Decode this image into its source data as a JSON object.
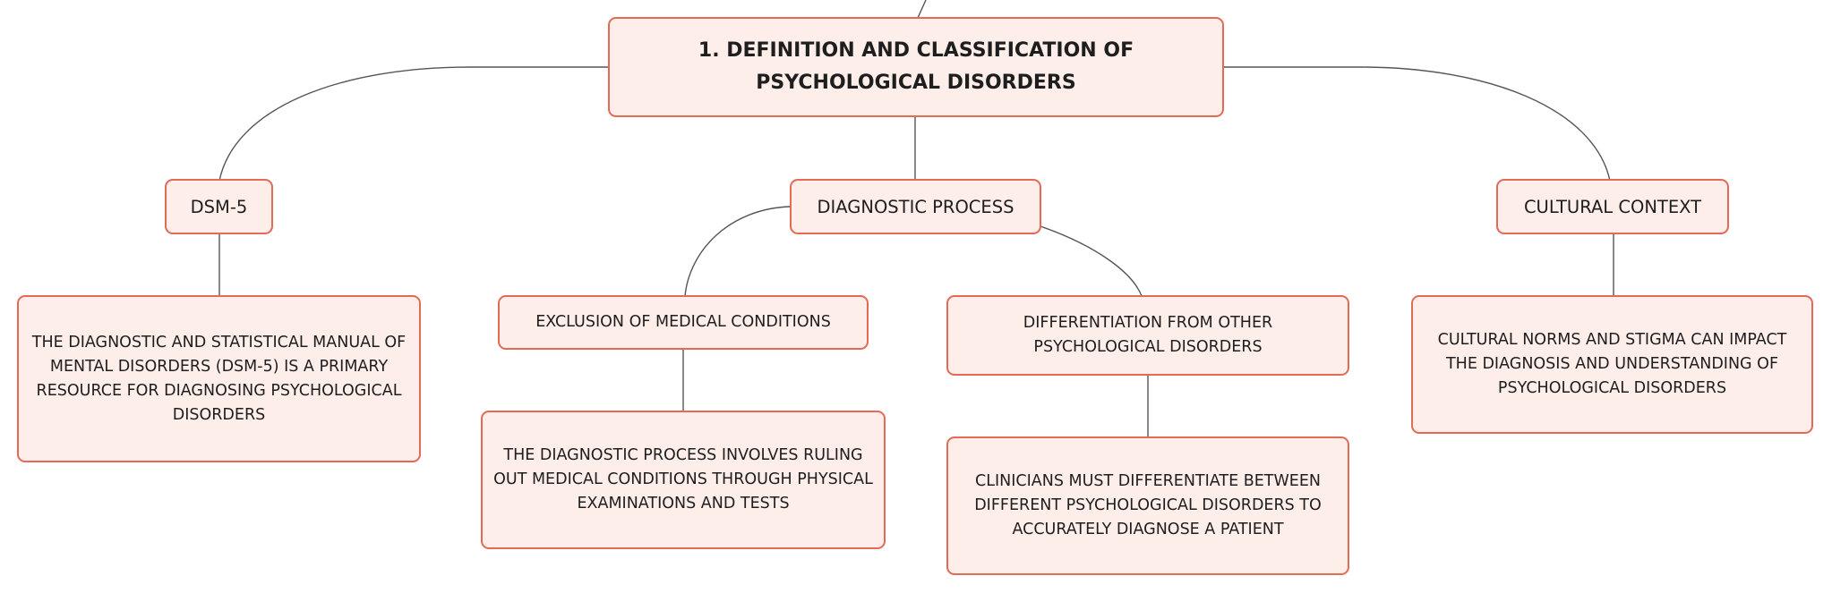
{
  "diagram": {
    "root": {
      "label": "1. DEFINITION AND CLASSIFICATION OF PSYCHOLOGICAL DISORDERS"
    },
    "branches": {
      "dsm5": {
        "label": "DSM-5",
        "detail": "THE DIAGNOSTIC AND STATISTICAL MANUAL OF MENTAL DISORDERS (DSM-5) IS A PRIMARY RESOURCE FOR DIAGNOSING PSYCHOLOGICAL DISORDERS"
      },
      "diagnostic_process": {
        "label": "DIAGNOSTIC PROCESS",
        "children": {
          "exclusion": {
            "label": "EXCLUSION OF MEDICAL CONDITIONS",
            "detail": "THE DIAGNOSTIC PROCESS INVOLVES RULING OUT MEDICAL CONDITIONS THROUGH PHYSICAL EXAMINATIONS AND TESTS"
          },
          "differentiation": {
            "label": "DIFFERENTIATION FROM OTHER PSYCHOLOGICAL DISORDERS",
            "detail": "CLINICIANS MUST DIFFERENTIATE BETWEEN DIFFERENT PSYCHOLOGICAL DISORDERS TO ACCURATELY DIAGNOSE A PATIENT"
          }
        }
      },
      "cultural_context": {
        "label": "CULTURAL CONTEXT",
        "detail": "CULTURAL NORMS AND STIGMA CAN IMPACT THE DIAGNOSIS AND UNDERSTANDING OF PSYCHOLOGICAL DISORDERS"
      }
    },
    "colors": {
      "node_fill": "#fdeeea",
      "node_border": "#e26a57",
      "connector": "#555555",
      "text": "#1e1e1e"
    }
  }
}
